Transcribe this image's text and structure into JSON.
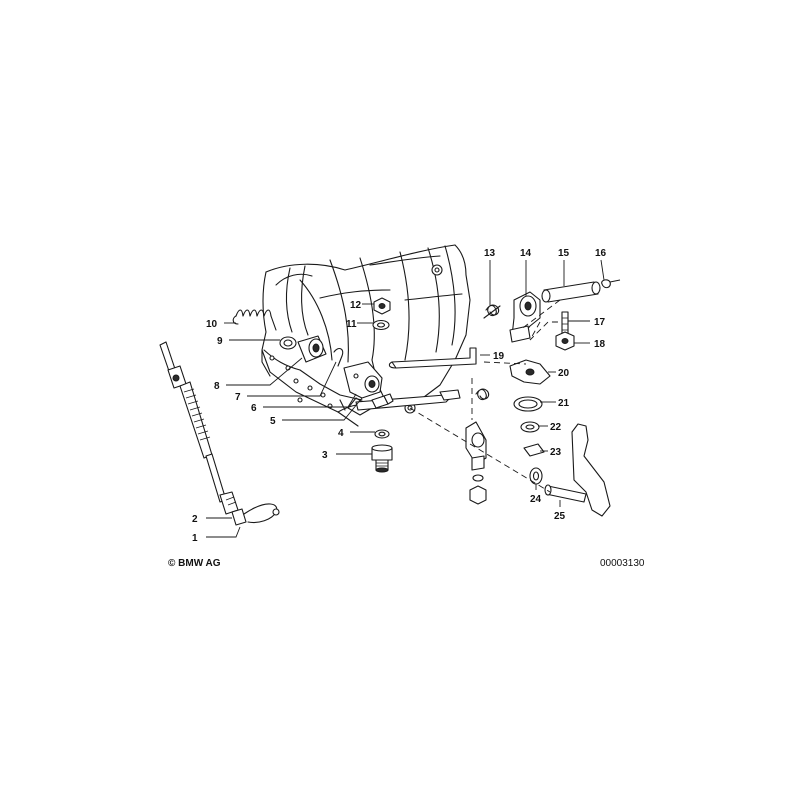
{
  "diagram": {
    "copyright": "© BMW AG",
    "drawing_number": "00003130"
  },
  "callouts": [
    {
      "id": "1",
      "label": "1"
    },
    {
      "id": "2",
      "label": "2"
    },
    {
      "id": "3",
      "label": "3"
    },
    {
      "id": "4",
      "label": "4"
    },
    {
      "id": "5",
      "label": "5"
    },
    {
      "id": "6",
      "label": "6"
    },
    {
      "id": "7",
      "label": "7"
    },
    {
      "id": "8",
      "label": "8"
    },
    {
      "id": "9",
      "label": "9"
    },
    {
      "id": "10",
      "label": "10"
    },
    {
      "id": "11",
      "label": "11"
    },
    {
      "id": "12",
      "label": "12"
    },
    {
      "id": "13",
      "label": "13"
    },
    {
      "id": "14",
      "label": "14"
    },
    {
      "id": "15",
      "label": "15"
    },
    {
      "id": "16",
      "label": "16"
    },
    {
      "id": "17",
      "label": "17"
    },
    {
      "id": "18",
      "label": "18"
    },
    {
      "id": "19",
      "label": "19"
    },
    {
      "id": "20",
      "label": "20"
    },
    {
      "id": "21",
      "label": "21"
    },
    {
      "id": "22",
      "label": "22"
    },
    {
      "id": "23",
      "label": "23"
    },
    {
      "id": "24",
      "label": "24"
    },
    {
      "id": "25",
      "label": "25"
    }
  ]
}
